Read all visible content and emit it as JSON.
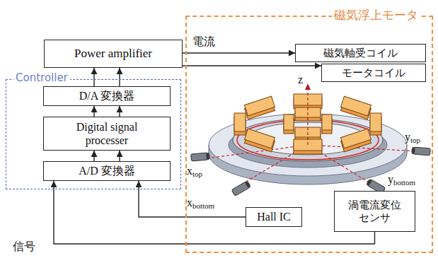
{
  "diagram": {
    "nodes": [
      {
        "text": [
          "Controller"
        ]
      },
      {
        "text": [
          "Power amplifier"
        ]
      },
      {
        "text": [
          "D/A 変換器"
        ],
        "in": 0
      },
      {
        "text": [
          "Digital signal processer"
        ],
        "in": 0
      },
      {
        "text": [
          "A/D 変換器"
        ],
        "in": 0
      },
      {
        "text": [
          "磁気浮上モータ"
        ]
      },
      {
        "text": [
          "磁気軸受コイル"
        ],
        "in": 5
      },
      {
        "text": [
          "モータコイル"
        ],
        "in": 5
      },
      {
        "text": [
          "Hall IC"
        ],
        "in": 5
      },
      {
        "text": [
          "渦電流変位センサ"
        ],
        "in": 5
      }
    ],
    "edges": [
      {
        "from": 1,
        "to": 6,
        "arrow": "to",
        "label": "電流"
      },
      {
        "from": 1,
        "to": 7,
        "arrow": "to"
      },
      {
        "from": 2,
        "to": 1,
        "arrow": "to"
      },
      {
        "from": 2,
        "to": 1,
        "arrow": "to"
      },
      {
        "from": 3,
        "to": 2,
        "arrow": "to"
      },
      {
        "from": 3,
        "to": 2,
        "arrow": "to"
      },
      {
        "from": 4,
        "to": 3,
        "arrow": "to"
      },
      {
        "from": 4,
        "to": 3,
        "arrow": "to"
      },
      {
        "from": 9,
        "to": 4,
        "arrow": "to",
        "label": "信号"
      },
      {
        "from": 8,
        "to": 4,
        "arrow": "to"
      }
    ],
    "labels": [
      "z",
      "xtop",
      "ytop",
      "xbottom",
      "ybottom"
    ]
  }
}
